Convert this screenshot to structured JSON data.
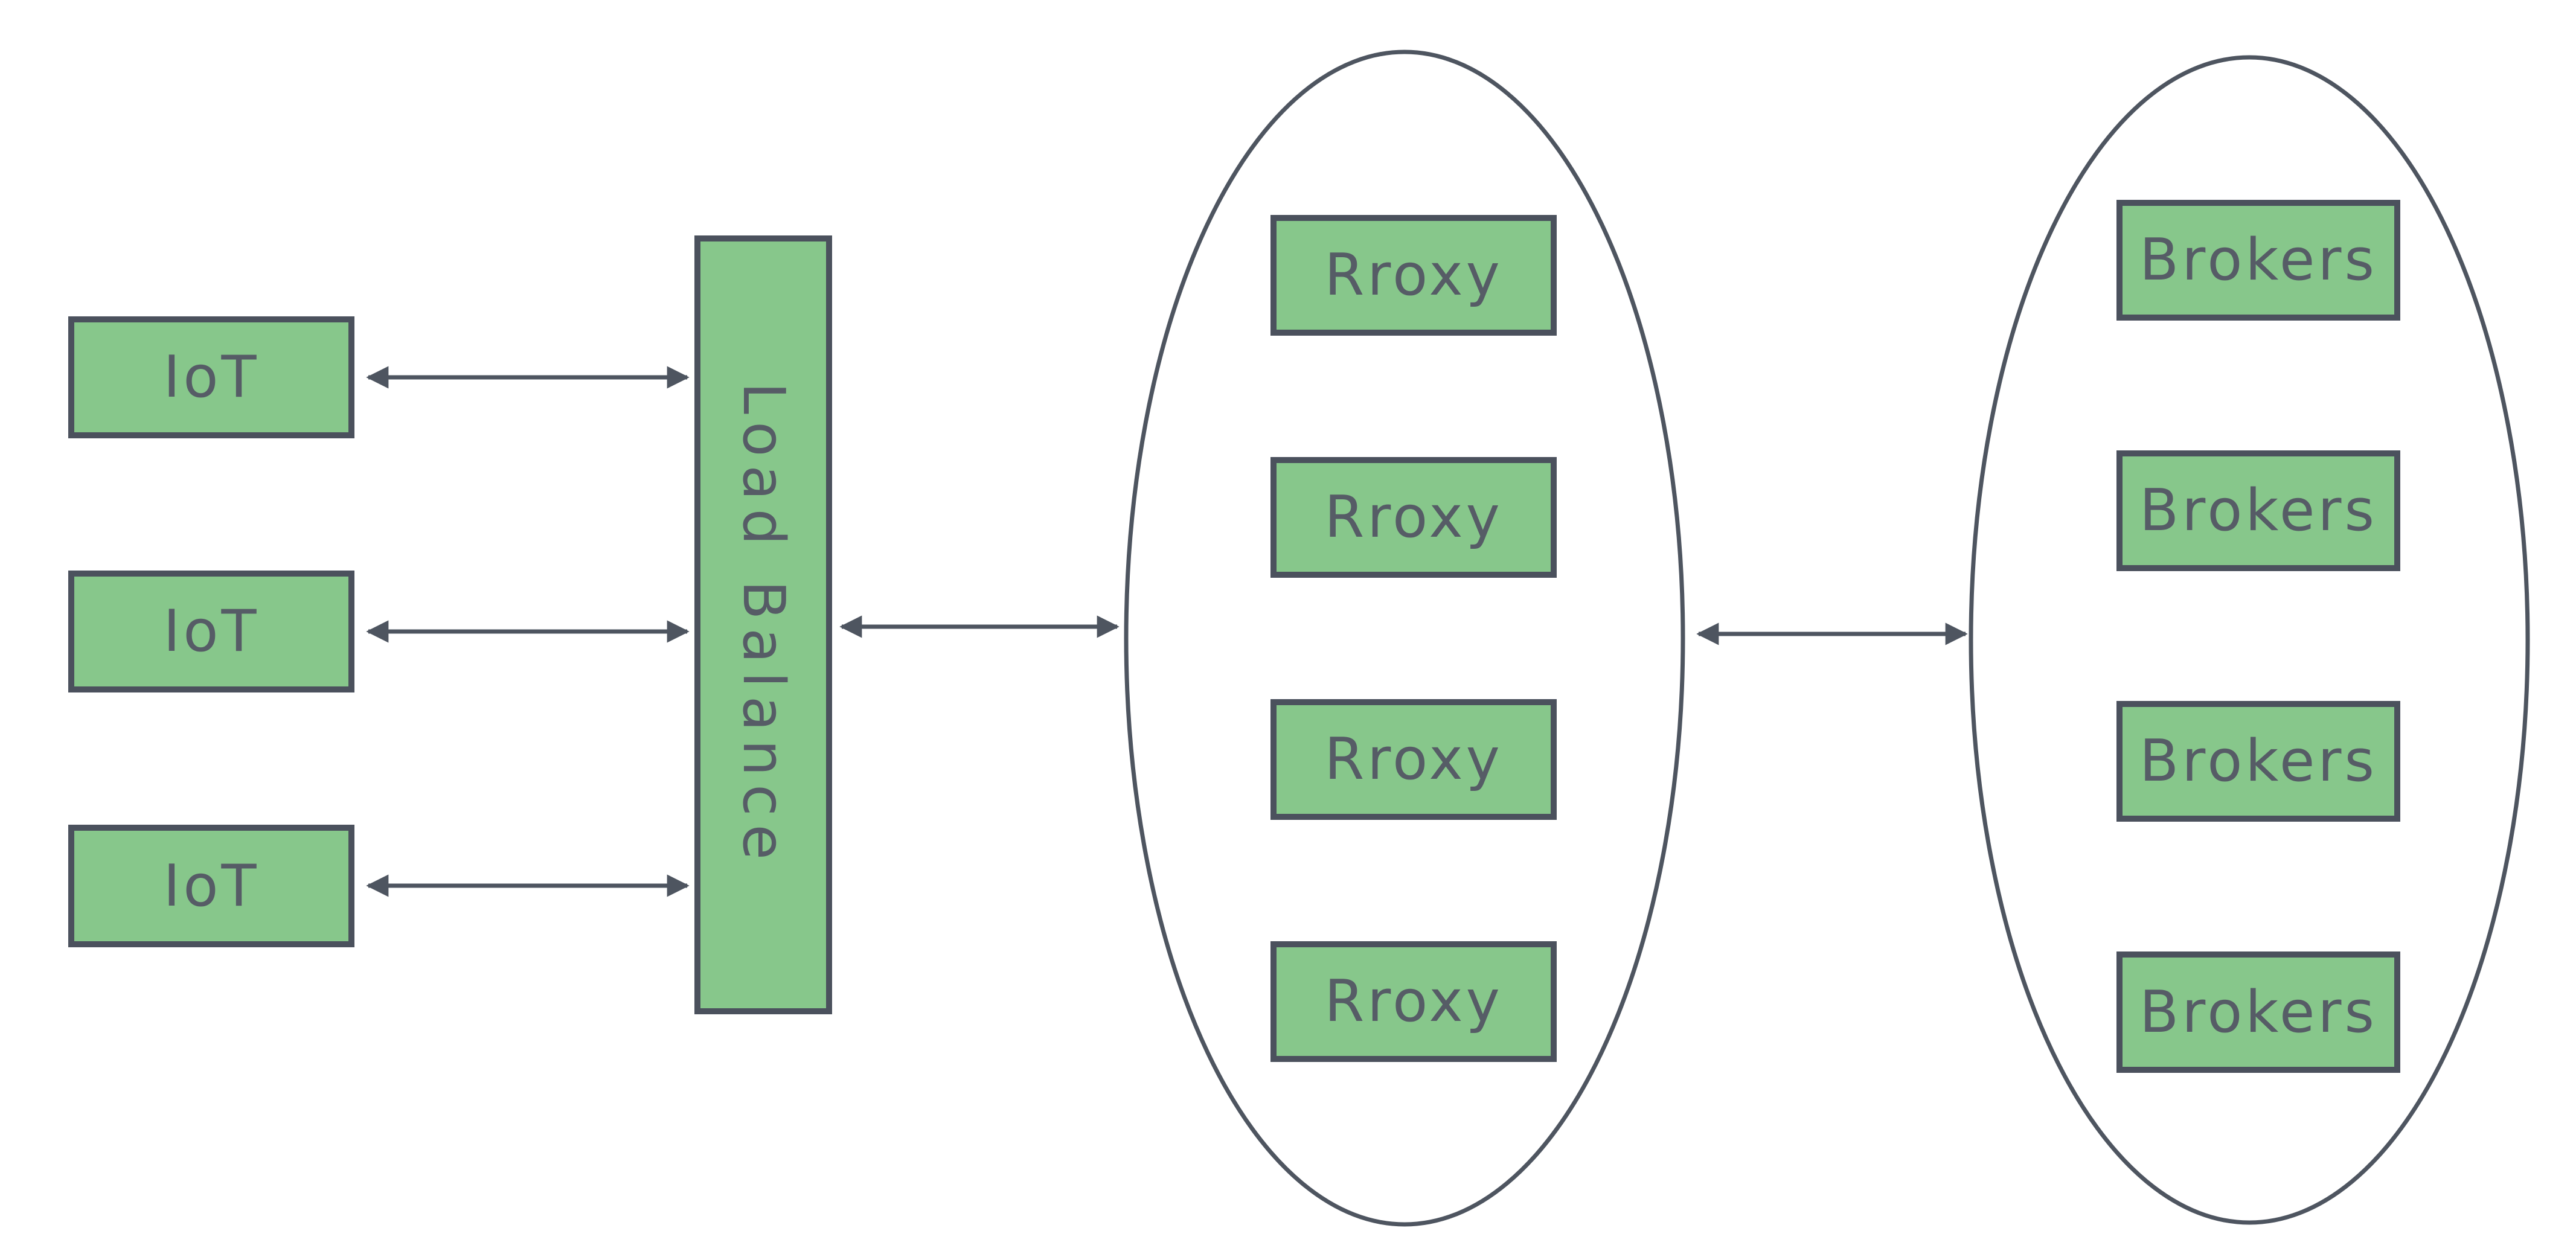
{
  "diagram": {
    "background": "#ffffff",
    "colors": {
      "node_fill": "#87c78b",
      "node_border": "#4b515d",
      "connector": "#4e5560",
      "label_text": "#565c66"
    },
    "iot_nodes": [
      {
        "label": "IoT"
      },
      {
        "label": "IoT"
      },
      {
        "label": "IoT"
      }
    ],
    "load_balancer": {
      "label": "Load Balance"
    },
    "proxy_cluster": {
      "nodes": [
        {
          "label": "Rroxy"
        },
        {
          "label": "Rroxy"
        },
        {
          "label": "Rroxy"
        },
        {
          "label": "Rroxy"
        }
      ]
    },
    "broker_cluster": {
      "nodes": [
        {
          "label": "Brokers"
        },
        {
          "label": "Brokers"
        },
        {
          "label": "Brokers"
        },
        {
          "label": "Brokers"
        }
      ]
    }
  }
}
